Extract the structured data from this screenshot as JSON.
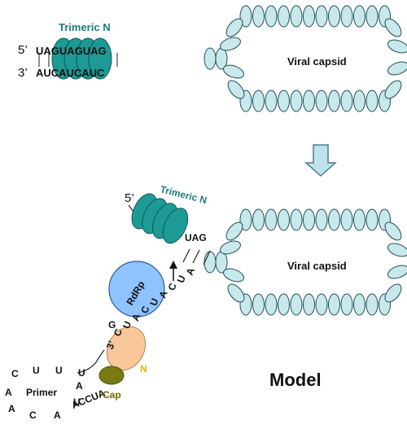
{
  "colors": {
    "capsid_fill": "#c8e8ec",
    "capsid_stroke": "#1f4f57",
    "trimeric_n_fill": "#1d9a94",
    "trimeric_n_stroke": "#0d5a57",
    "rdrp_fill": "#8fc3ff",
    "n_protein_fill": "#f8c89a",
    "cap_fill": "#7a7a14",
    "text_teal": "#1a7f7a",
    "text_dark": "#111111",
    "text_gold": "#e0b400"
  },
  "top_panel": {
    "label_5prime": "5’",
    "label_3prime": "3’",
    "strand_top": "UAGUAGUAG",
    "strand_bottom": "AUCAUCAUC",
    "trimeric_label": "Trimeric N",
    "capsid_label": "Viral capsid"
  },
  "arrow": {
    "direction": "down"
  },
  "bottom_panel": {
    "label_5prime": "5’",
    "label_3prime": "3’",
    "trimeric_label": "Trimeric N",
    "capsid_label": "Viral capsid",
    "strand_upper_tail": "UAG",
    "template_strand": "AUCAUCAUC",
    "rdrp_label": "RdRp",
    "n_label": "N",
    "cap_label": "Cap",
    "primer_label": "Primer",
    "primer_letters": [
      "C",
      "U",
      "U",
      "U",
      "A",
      "A",
      "C",
      "A",
      "U",
      "A"
    ],
    "nascent_end": "ACCUA",
    "g_letter": "G",
    "model_label": "Model"
  }
}
